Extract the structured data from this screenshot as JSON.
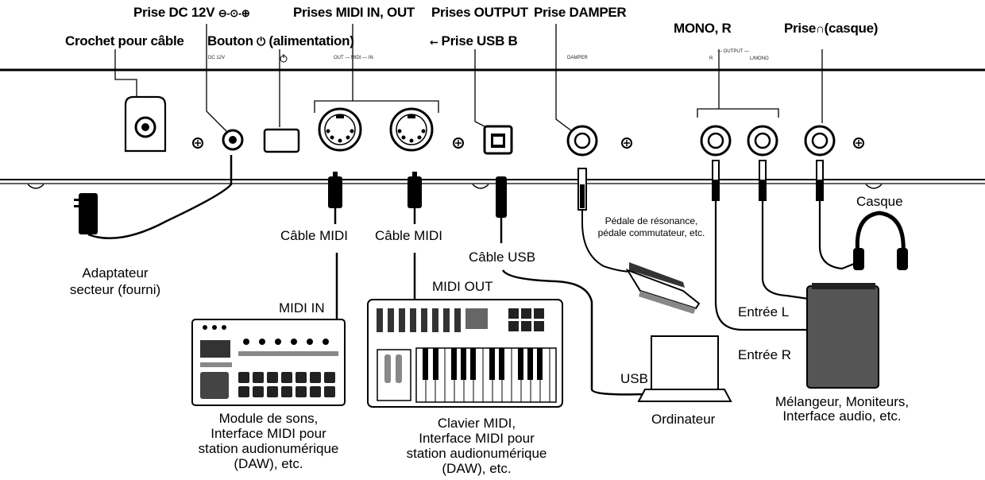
{
  "labels": {
    "dc_jack": "Prise DC 12V",
    "cable_hook": "Crochet pour câble",
    "power_button": "Bouton",
    "power_button_suffix": "(alimentation)",
    "midi_jacks": "Prises MIDI IN, OUT",
    "output_jacks": "Prises OUTPUT",
    "usb_b_jack": "Prise USB B",
    "damper_jack": "Prise DAMPER",
    "mono_r": "MONO, R",
    "headphone_jack": "Prise",
    "headphone_jack_suffix": "(casque)"
  },
  "panel_labels": {
    "dc": "DC 12V",
    "midi": "OUT — MIDI — IN",
    "damper": "DAMPER",
    "output": "— OUTPUT —",
    "r": "R",
    "lmono": "L/MONO"
  },
  "devices": {
    "adapter": [
      "Adaptateur",
      "secteur (fourni)"
    ],
    "midi_cable_1": "Câble MIDI",
    "midi_cable_2": "Câble MIDI",
    "usb_cable": "Câble USB",
    "pedal": [
      "Pédale de résonance,",
      "pédale commutateur, etc."
    ],
    "headphones": "Casque",
    "midi_in": "MIDI IN",
    "midi_out": "MIDI OUT",
    "input_l": "Entrée L",
    "input_r": "Entrée R",
    "usb": "USB",
    "computer": "Ordinateur",
    "sound_module": [
      "Module de sons,",
      "Interface MIDI pour",
      "station audionumérique",
      "(DAW), etc."
    ],
    "midi_keyboard": [
      "Clavier MIDI,",
      "Interface MIDI pour",
      "station audionumérique",
      "(DAW), etc."
    ],
    "mixer": [
      "Mélangeur, Moniteurs,",
      "Interface audio, etc."
    ]
  }
}
